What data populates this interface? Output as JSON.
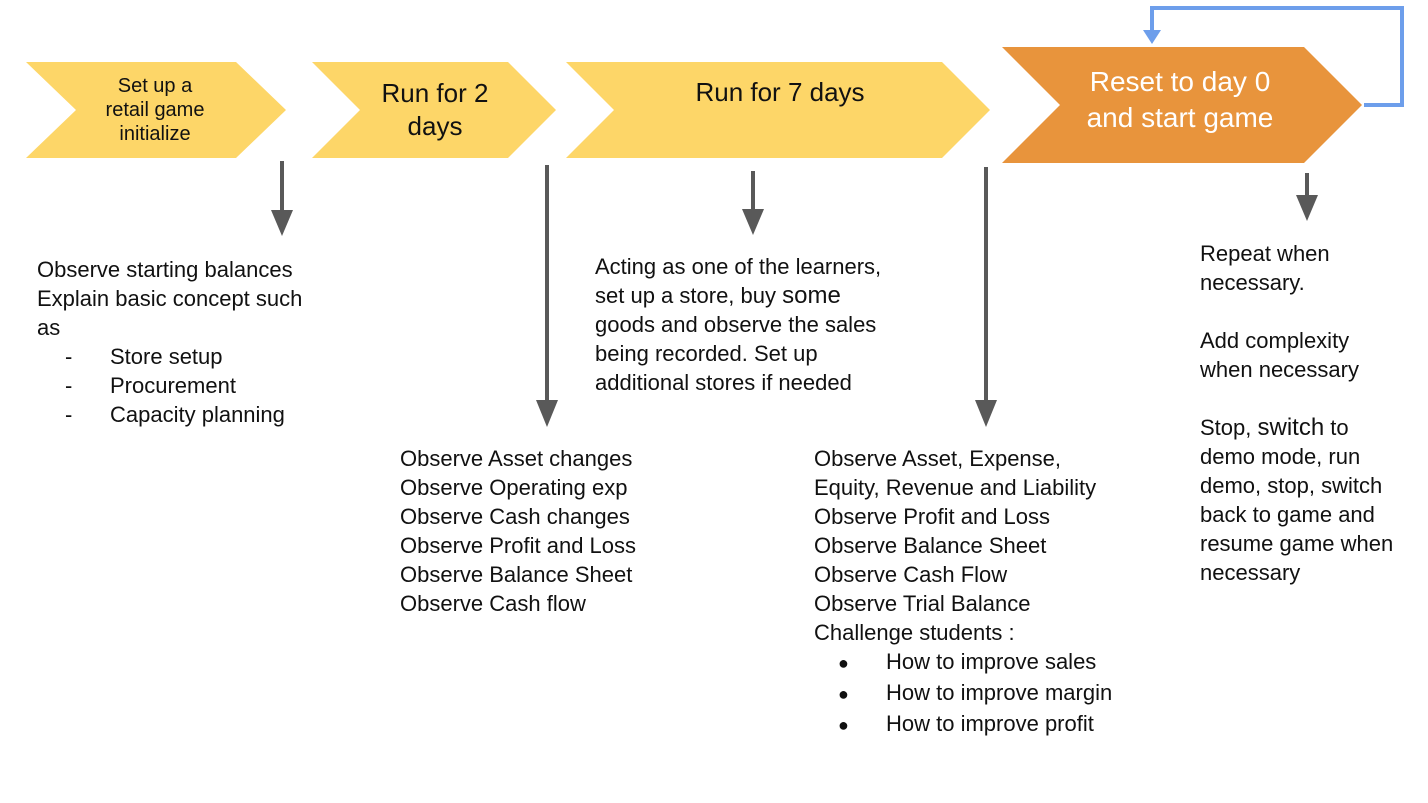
{
  "colors": {
    "stage_yellow": "#fdd668",
    "stage_orange": "#e8943c",
    "arrow_gray": "#595959",
    "loop_blue": "#6d9eeb",
    "text": "#111111"
  },
  "stages": [
    {
      "lines": [
        "Set up a",
        "retail game",
        "initialize"
      ]
    },
    {
      "lines": [
        "Run for 2",
        "days"
      ]
    },
    {
      "lines": [
        "Run for 7 days"
      ]
    },
    {
      "lines": [
        "Reset to day 0",
        "and start game"
      ]
    }
  ],
  "notes": {
    "starting": {
      "lines": [
        "Observe starting balances",
        "Explain basic concept such",
        "as"
      ],
      "marker": "-",
      "items": [
        "Store setup",
        "Procurement",
        "Capacity planning"
      ]
    },
    "two_day": {
      "lines": [
        "Observe Asset changes",
        "Observe Operating exp",
        "Observe Cash changes",
        "Observe Profit and Loss",
        "Observe Balance Sheet",
        "Observe Cash flow"
      ]
    },
    "learner": {
      "line1": "Acting as one of the learners,",
      "line2_a": "set up a store, buy ",
      "line2_b": "some",
      "line3": "goods and observe the sales",
      "line4": "being recorded. Set up",
      "line5": "additional stores if needed"
    },
    "seven_day": {
      "lines": [
        "Observe Asset, Expense,",
        "Equity, Revenue and Liability",
        "Observe Profit and Loss",
        "Observe Balance Sheet",
        "Observe Cash Flow",
        "Observe Trial Balance",
        "Challenge students :"
      ],
      "marker": "●",
      "items": [
        "How to improve sales",
        "How to improve margin",
        "How to improve profit"
      ]
    },
    "repeat": {
      "para1": [
        "Repeat when",
        "necessary."
      ],
      "para2": [
        "Add complexity",
        "when necessary"
      ],
      "para3_l1_a": "Stop, ",
      "para3_l1_b": "switch",
      "para3_l1_c": " to",
      "para3_rest": [
        "demo mode, run",
        "demo, stop, switch",
        "back to game and",
        "resume game when",
        "necessary"
      ]
    }
  }
}
